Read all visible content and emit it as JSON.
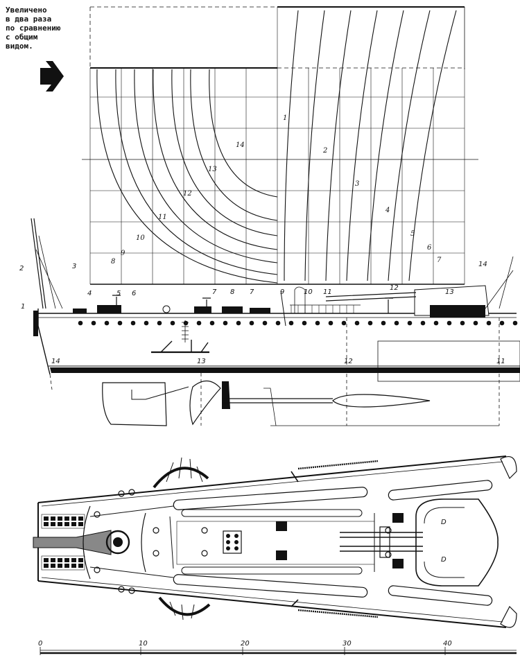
{
  "note_lines": [
    "Увеличено",
    "в два раза",
    "по сравнению",
    "с общим",
    "видом."
  ],
  "body_plan": {
    "left_curves": [
      "8",
      "9",
      "10",
      "11",
      "12",
      "13",
      "14"
    ],
    "right_curves": [
      "1",
      "2",
      "3",
      "4",
      "5",
      "6",
      "7"
    ]
  },
  "side_view": {
    "callouts": [
      "1",
      "2",
      "3",
      "4",
      "5",
      "6",
      "7",
      "8",
      "7",
      "9",
      "10",
      "11",
      "12",
      "13",
      "14"
    ],
    "stations": [
      "14",
      "13",
      "12",
      "11"
    ]
  },
  "deck_plan": {
    "hatch_marks": [
      "D",
      "D"
    ]
  },
  "scale_bar": {
    "ticks": [
      "0",
      "10",
      "20",
      "30",
      "40"
    ]
  },
  "colors": {
    "ink": "#111111",
    "paper": "#ffffff"
  },
  "icons": [
    "arrow-right-icon"
  ]
}
